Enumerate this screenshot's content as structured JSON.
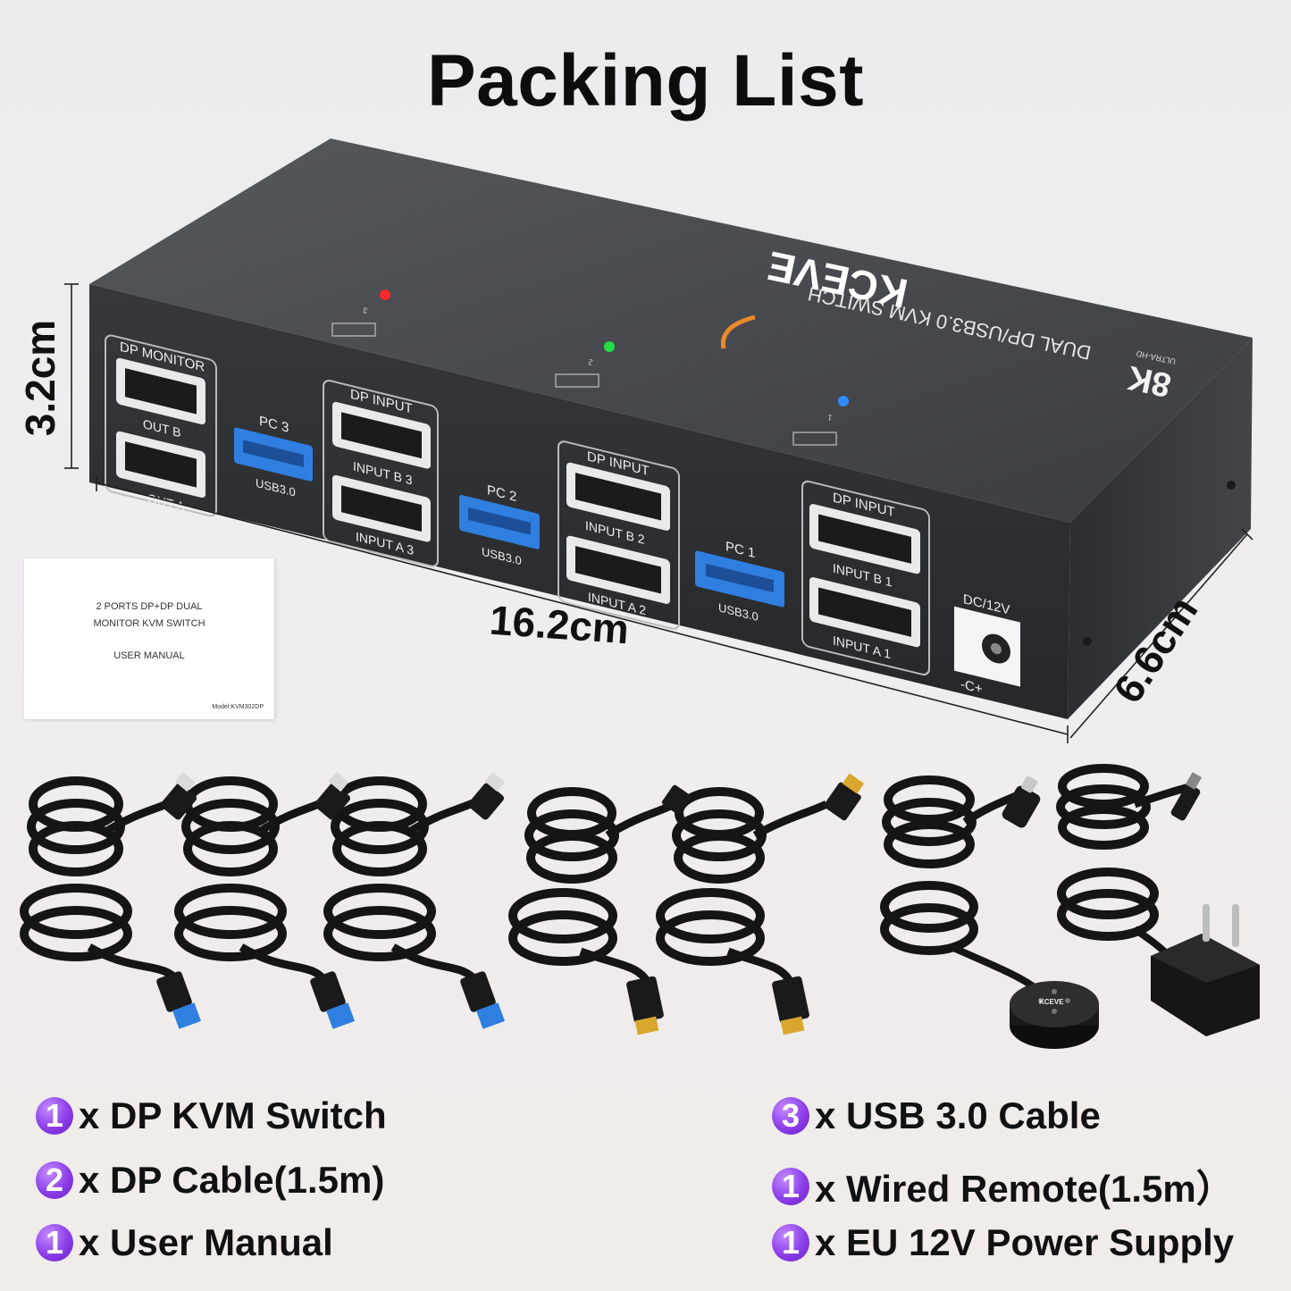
{
  "title": "Packing List",
  "dimensions": {
    "length": "16.2cm",
    "height": "3.2cm",
    "depth": "6.6cm"
  },
  "device": {
    "badge_top": "8K",
    "badge_sub": "ULTRA-HD",
    "brand": "KCEVE",
    "model_text": "DUAL DP/USB3.0 KVM SWITCH",
    "led_colors": {
      "pc1": "#2f8cff",
      "pc2": "#22dd44",
      "pc3": "#ff2a2a"
    },
    "led_numbers": [
      "3",
      "2",
      "1"
    ],
    "monitor_group": {
      "label": "DP MONITOR",
      "out_b": "OUT B",
      "out_a": "OUT A"
    },
    "pc_groups": [
      {
        "pc": "PC 3",
        "usb": "USB3.0",
        "dp": "DP INPUT",
        "b": "INPUT B 3",
        "a": "INPUT A 3"
      },
      {
        "pc": "PC 2",
        "usb": "USB3.0",
        "dp": "DP INPUT",
        "b": "INPUT B 2",
        "a": "INPUT A 2"
      },
      {
        "pc": "PC 1",
        "usb": "USB3.0",
        "dp": "DP INPUT",
        "b": "INPUT B 1",
        "a": "INPUT A 1"
      }
    ],
    "power_label": "DC/12V",
    "polarity": "-C+"
  },
  "manual": {
    "line1": "2 PORTS DP+DP DUAL",
    "line2": "MONITOR KVM SWITCH",
    "line3": "USER MANUAL",
    "model": "Model:KVM302DP"
  },
  "remote_brand": "KCEVE",
  "items_left": [
    {
      "qty": "1",
      "text": "x DP KVM Switch"
    },
    {
      "qty": "2",
      "text": "x DP Cable(1.5m)"
    },
    {
      "qty": "1",
      "text": "x User Manual"
    }
  ],
  "items_right": [
    {
      "qty": "3",
      "text": "x USB 3.0 Cable"
    },
    {
      "qty": "1",
      "text": "x Wired Remote(1.5m）"
    },
    {
      "qty": "1",
      "text": "x EU 12V Power Supply"
    }
  ],
  "colors": {
    "badge": "#8b3ee8",
    "usb_port": "#2f7fe0",
    "connector_gold": "#d9a62e",
    "body": "#3a3c40"
  }
}
